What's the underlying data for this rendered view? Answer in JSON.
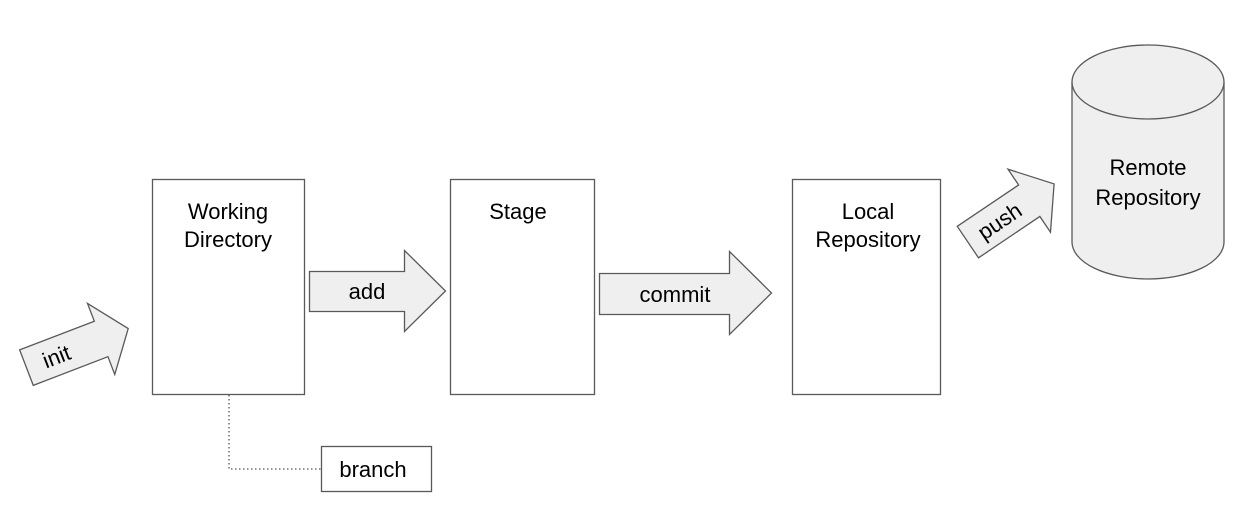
{
  "nodes": {
    "working_directory": {
      "line1": "Working",
      "line2": "Directory"
    },
    "stage": {
      "label": "Stage"
    },
    "local_repository": {
      "line1": "Local",
      "line2": "Repository"
    },
    "remote_repository": {
      "line1": "Remote",
      "line2": "Repository"
    },
    "branch": {
      "label": "branch"
    }
  },
  "arrows": {
    "init": "init",
    "add": "add",
    "commit": "commit",
    "push": "push"
  }
}
